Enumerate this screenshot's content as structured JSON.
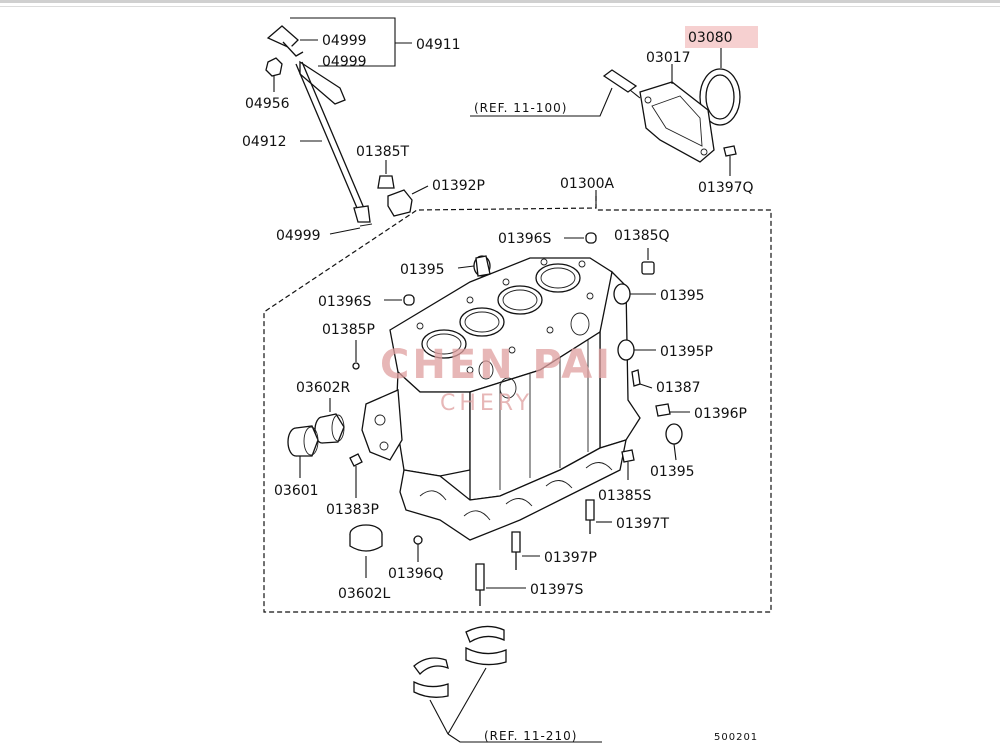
{
  "diagram": {
    "highlight_color": "#f6d0d0",
    "watermark_color": "#e0a0a0",
    "watermark": {
      "line1": "CHEN PAI",
      "line2": "CHERY"
    },
    "footer_code": "500201",
    "refs": {
      "ref_top": "(REF. 11-100)",
      "ref_bottom": "(REF. 11-210)"
    },
    "parts": {
      "p04999_a": "04999",
      "p04999_b": "04999",
      "p04911": "04911",
      "p04956": "04956",
      "p04912": "04912",
      "p04999_c": "04999",
      "p03080": "03080",
      "p03017": "03017",
      "p01397Q": "01397Q",
      "p01385T": "01385T",
      "p01392P": "01392P",
      "p01300A": "01300A",
      "p01396S_a": "01396S",
      "p01385Q": "01385Q",
      "p01395_a": "01395",
      "p01395_b": "01395",
      "p01396S_b": "01396S",
      "p01385P": "01385P",
      "p01395P": "01395P",
      "p03602R": "03602R",
      "p01387": "01387",
      "p01396P": "01396P",
      "p03601": "03601",
      "p01395_c": "01395",
      "p01383P": "01383P",
      "p01385S": "01385S",
      "p01397T": "01397T",
      "p01397P": "01397P",
      "p03602L": "03602L",
      "p01396Q": "01396Q",
      "p01397S": "01397S"
    }
  }
}
